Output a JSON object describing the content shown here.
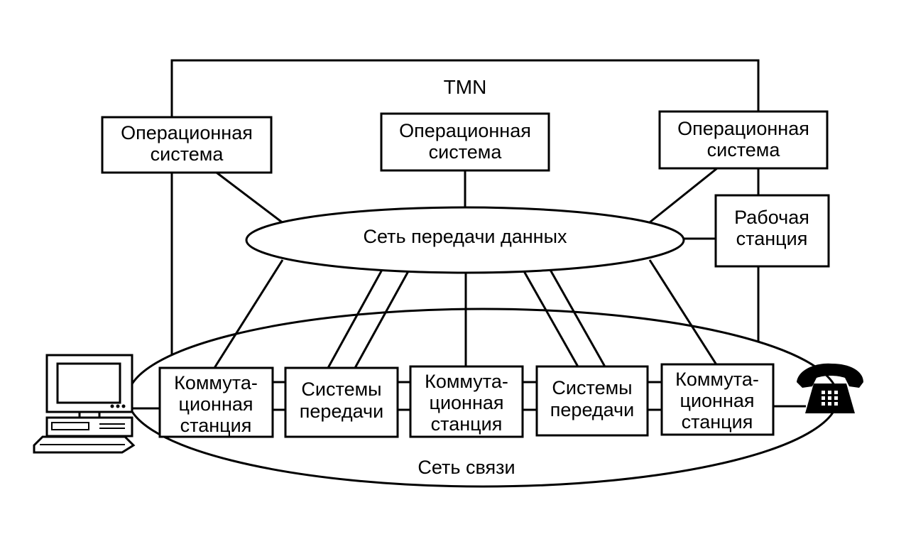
{
  "title": "TMN",
  "operating_systems": [
    {
      "line1": "Операционная",
      "line2": "система"
    },
    {
      "line1": "Операционная",
      "line2": "система"
    },
    {
      "line1": "Операционная",
      "line2": "система"
    }
  ],
  "workstation": {
    "line1": "Рабочая",
    "line2": "станция"
  },
  "data_network": "Сеть передачи данных",
  "comm_network": "Сеть связи",
  "network_elements": [
    {
      "line1": "Коммута-",
      "line2": "ционная",
      "line3": "станция"
    },
    {
      "line1": "Системы",
      "line2": "передачи"
    },
    {
      "line1": "Коммута-",
      "line2": "ционная",
      "line3": "станция"
    },
    {
      "line1": "Системы",
      "line2": "передачи"
    },
    {
      "line1": "Коммута-",
      "line2": "ционная",
      "line3": "станция"
    }
  ],
  "icons": [
    "computer-terminal-icon",
    "telephone-icon"
  ]
}
